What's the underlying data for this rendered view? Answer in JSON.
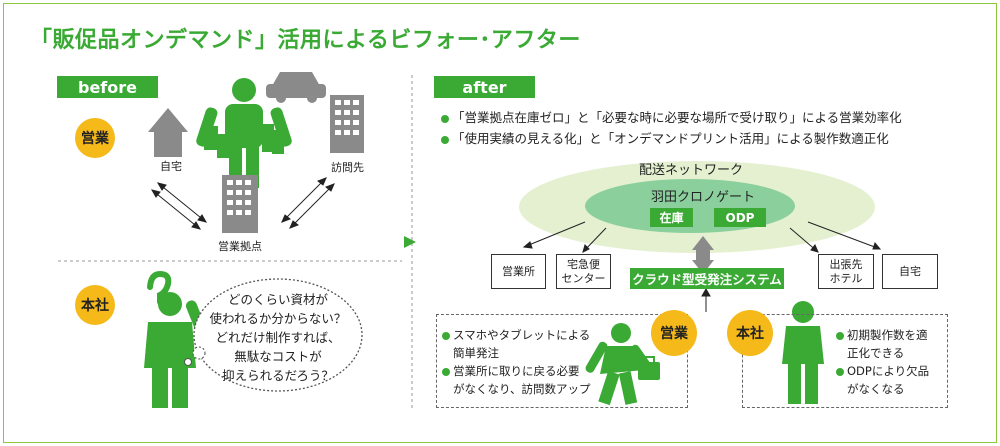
{
  "title": "「販促品オンデマンド」活用によるビフォー･アフター",
  "before": {
    "label": "before",
    "sales_badge": "営業",
    "home": "自宅",
    "visit": "訪問先",
    "base": "営業拠点",
    "hq_badge": "本社",
    "bubble": [
      "どのくらい資材が",
      "使われるか分からない？",
      "どれだけ制作すれば、",
      "無駄なコストが",
      "抑えられるだろう？"
    ]
  },
  "after": {
    "label": "after",
    "bullets": [
      "「営業拠点在庫ゼロ」と「必要な時に必要な場所で受け取り」による営業効率化",
      "「使用実績の見える化」と「オンデマンドプリント活用」による製作数適正化"
    ],
    "network": "配送ネットワーク",
    "gate": "羽田クロノゲート",
    "stock": "在庫",
    "odp": "ODP",
    "cloud": "クラウド型受発注システム",
    "dest_office": "営業所",
    "dest_delivery": [
      "宅急便",
      "センター"
    ],
    "dest_hotel": [
      "出張先",
      "ホテル"
    ],
    "dest_home": "自宅",
    "sales_badge": "営業",
    "hq_badge": "本社",
    "sales_points": [
      [
        "スマホやタブレットによる",
        "簡単発注"
      ],
      [
        "営業所に取りに戻る必要",
        "がなくなり、訪問数アップ"
      ]
    ],
    "hq_points": [
      [
        "初期製作数を適",
        "正化できる"
      ],
      [
        "ODPにより欠品",
        "がなくなる"
      ]
    ]
  },
  "colors": {
    "green": "#3aaa35",
    "light_green": "#8cc63f",
    "yellow": "#f5b919",
    "gray": "#8a8a8a"
  }
}
